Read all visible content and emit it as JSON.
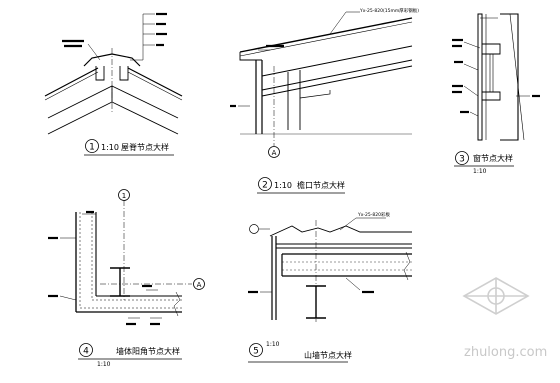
{
  "details": [
    {
      "number": "1",
      "scale": "1:10",
      "title": "屋脊节点大样"
    },
    {
      "number": "2",
      "scale": "1:10",
      "title": "檐口节点大样"
    },
    {
      "number": "3",
      "scale": "1:10",
      "title": "窗节点大样"
    },
    {
      "number": "4",
      "scale": "1:10",
      "title": "墙体阳角节点大样"
    },
    {
      "number": "5",
      "scale": "1:10",
      "title": "山墙节点大样"
    }
  ],
  "axis_marks": {
    "a": "A",
    "one": "1"
  },
  "callouts": {
    "d2_panel": "Yx-25-820(15mm厚彩钢板)",
    "d5_panel": "Yx-25-820彩板"
  },
  "watermark": {
    "text": "zhulong.com"
  }
}
